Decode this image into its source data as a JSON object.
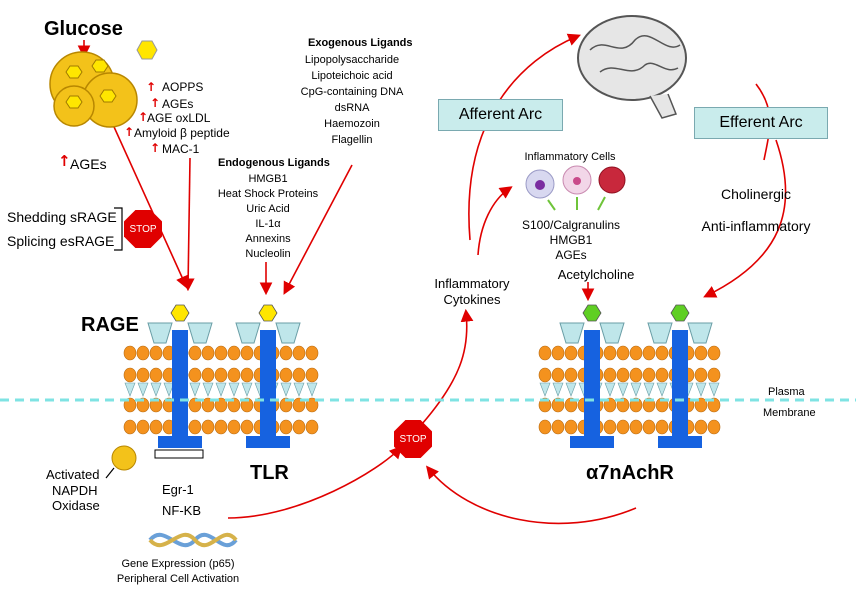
{
  "colors": {
    "arrow": "#e00000",
    "membrane_dash": "#7fe3e3",
    "lipid": "#f4921e",
    "receptor": "#1662e0",
    "triangle": "#bfe6ea",
    "ligand_yellow": "#ffe600",
    "ligand_green": "#5fcf23",
    "box_fill": "#c9ecec",
    "stop_red": "#e00000"
  },
  "glucose": {
    "title": "Glucose",
    "items": [
      "AOPPS",
      "AGEs",
      "AGE oxLDL",
      "Amyloid β peptide",
      "MAC-1"
    ],
    "ages": "AGEs"
  },
  "srage": {
    "shedding": "Shedding sRAGE",
    "splicing": "Splicing esRAGE",
    "stop": "STOP"
  },
  "endogenous": {
    "title": "Endogenous Ligands",
    "items": [
      "HMGB1",
      "Heat Shock Proteins",
      "Uric Acid",
      "IL-1α",
      "Annexins",
      "Nucleolin"
    ]
  },
  "exogenous": {
    "title": "Exogenous Ligands",
    "items": [
      "Lipopolysaccharide",
      "Lipoteichoic acid",
      "CpG-containing DNA",
      "dsRNA",
      "Haemozoin",
      "Flagellin"
    ]
  },
  "labels": {
    "rage": "RAGE",
    "tlr": "TLR",
    "a7": "α7nAchR",
    "plasma": "Plasma",
    "membrane": "Membrane",
    "activated": "Activated",
    "nadph": "NAPDH",
    "oxidase": "Oxidase",
    "egr1": "Egr-1",
    "nfkb": "NF-KB",
    "gene_expr": "Gene Expression (p65)",
    "peripheral": "Peripheral Cell Activation",
    "inflam_cyt_1": "Inflammatory",
    "inflam_cyt_2": "Cytokines",
    "stop2": "STOP",
    "afferent": "Afferent Arc",
    "efferent": "Efferent Arc",
    "cholinergic": "Cholinergic",
    "antiinflam": "Anti-inflammatory",
    "inflam_cells": "Inflammatory Cells",
    "cell_products": [
      "S100/Calgranulins",
      "HMGB1",
      "AGEs"
    ],
    "acetylcholine": "Acetylcholine"
  }
}
